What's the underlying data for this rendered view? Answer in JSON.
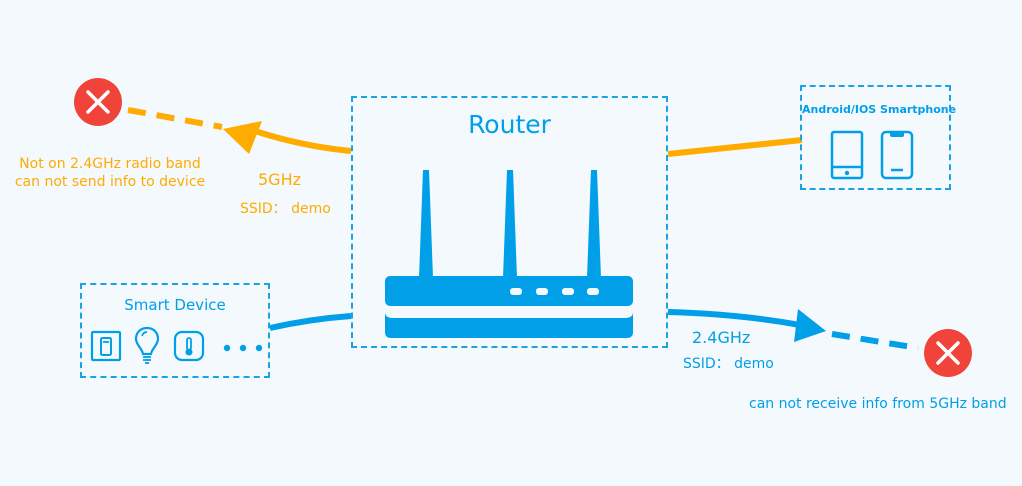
{
  "router": {
    "title": "Router",
    "icon": "router-icon",
    "led_count": 4
  },
  "smartphone_box": {
    "title": "Android/IOS Smartphone",
    "icons": [
      "tablet-icon",
      "smartphone-icon"
    ]
  },
  "smart_device_box": {
    "title": "Smart Device",
    "icons": [
      "wall-switch-icon",
      "light-bulb-icon",
      "thermometer-icon",
      "more-dots-icon"
    ]
  },
  "band_5ghz": {
    "band_label": "5GHz",
    "ssid_label": "SSID： demo",
    "error_line1": "Not on 2.4GHz radio band",
    "error_line2": "can not send info to device",
    "error_icon": "error-x-icon"
  },
  "band_24ghz": {
    "band_label": "2.4GHz",
    "ssid_label": "SSID： demo",
    "error_text": "can not receive info from 5GHz band",
    "error_icon": "error-x-icon"
  },
  "colors": {
    "background": "#f4f9fd",
    "orange": "#ffab00",
    "blue": "#009fe8",
    "box_border": "#1aa3e0",
    "error_red": "#f0443a"
  }
}
